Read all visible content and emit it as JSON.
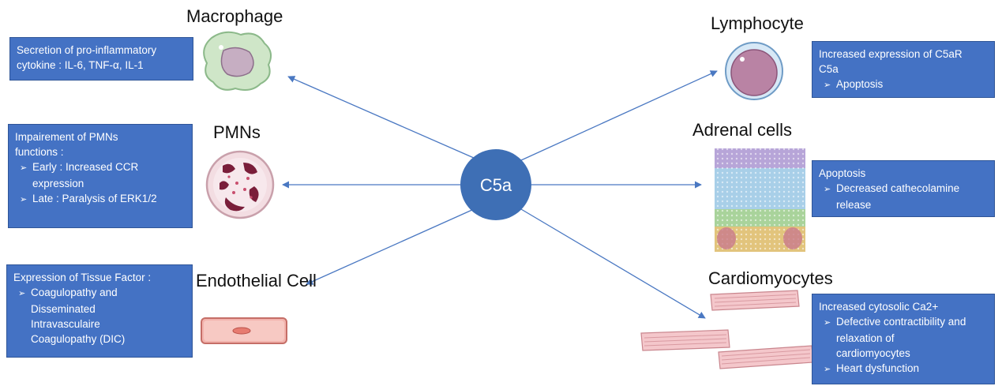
{
  "center": {
    "label": "C5a",
    "color": "#3e6fb5"
  },
  "accent_color": "#4472c4",
  "arrow_color": "#4a78c2",
  "cells": {
    "macrophage": {
      "title": "Macrophage",
      "lines": [
        "Secretion of pro-inflammatory",
        "cytokine : IL-6, TNF-α, IL-1"
      ]
    },
    "pmns": {
      "title": "PMNs",
      "intro": [
        "Impairement of PMNs",
        "functions :"
      ],
      "bullets": [
        {
          "first": "Early : Increased CCR",
          "rest": "expression"
        },
        {
          "first": "Late : Paralysis of ERK1/2"
        }
      ]
    },
    "endothelial": {
      "title": "Endothelial Cell",
      "intro": "Expression of Tissue Factor :",
      "bullets": [
        {
          "first": "Coagulopathy and",
          "rest": [
            "Disseminated",
            "Intravasculaire",
            "Coagulopathy (DIC)"
          ]
        }
      ]
    },
    "lymphocyte": {
      "title": "Lymphocyte",
      "lines": [
        "Increased expression of C5aR",
        "C5a"
      ],
      "bullets": [
        "Apoptosis"
      ]
    },
    "adrenal": {
      "title": "Adrenal cells",
      "intro": "Apoptosis",
      "bullets": [
        {
          "first": "Decreased cathecolamine",
          "rest": "release"
        }
      ]
    },
    "cardiomyocytes": {
      "title": "Cardiomyocytes",
      "intro": "Increased cytosolic Ca2+",
      "bullets": [
        {
          "first": "Defective contractibility and",
          "rest": [
            "relaxation of",
            "cardiomyocytes"
          ]
        },
        {
          "first": "Heart dysfunction"
        }
      ]
    }
  }
}
